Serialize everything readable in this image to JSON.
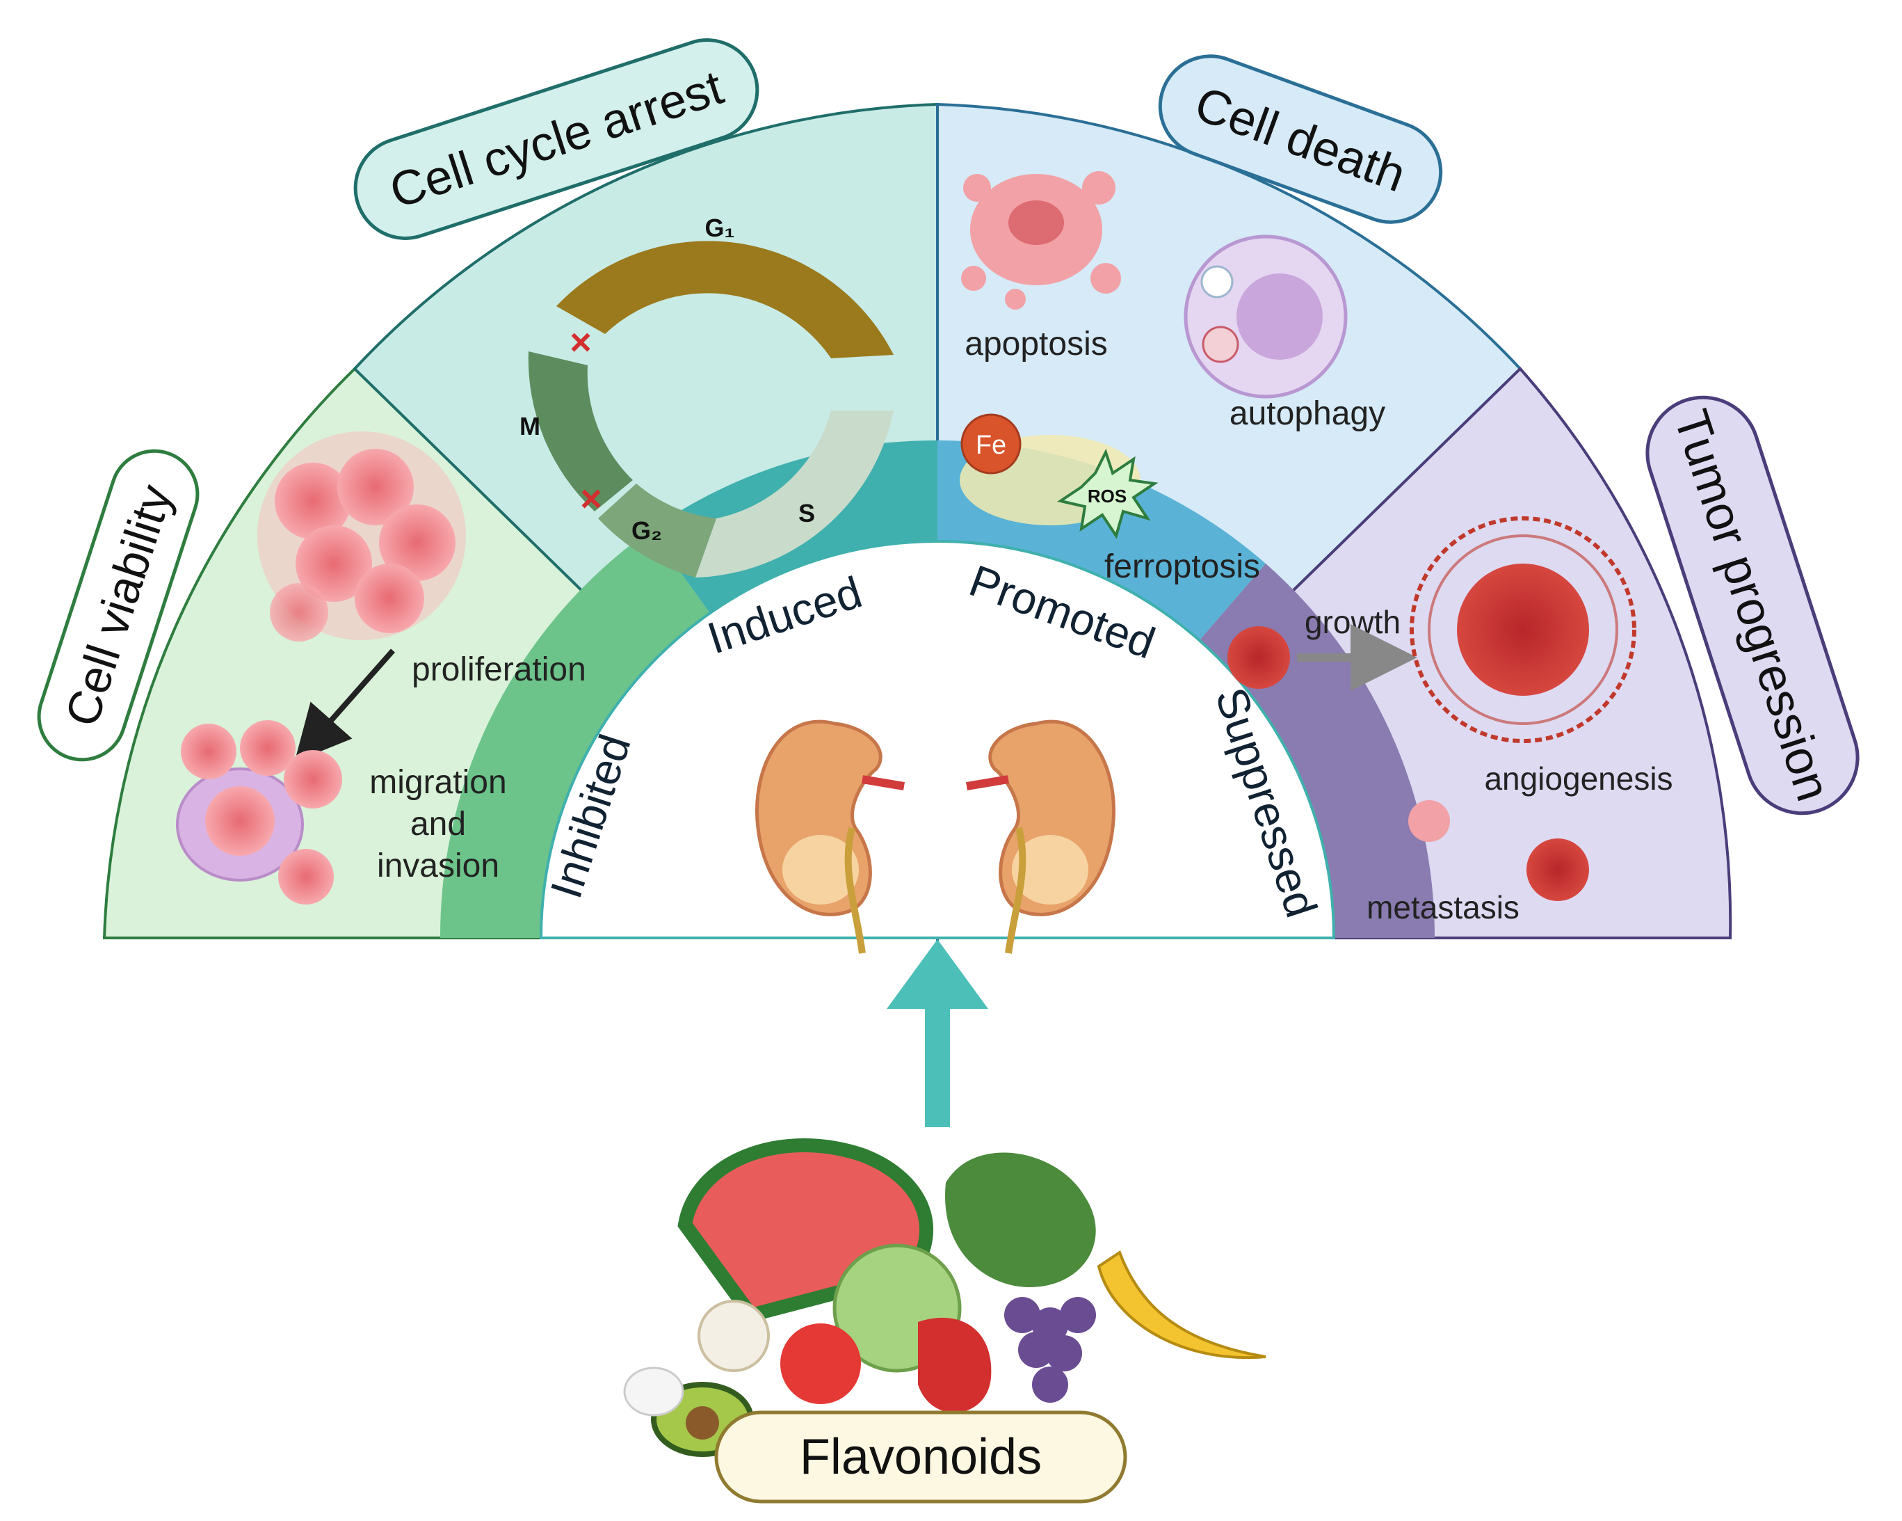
{
  "categories": {
    "viability": {
      "label": "Cell viability"
    },
    "cycle": {
      "label": "Cell cycle arrest"
    },
    "death": {
      "label": "Cell death"
    },
    "tumor": {
      "label": "Tumor progression"
    }
  },
  "effects": {
    "inhibited": "Inhibited",
    "induced": "Induced",
    "promoted": "Promoted",
    "suppressed": "Suppressed"
  },
  "viability_items": {
    "proliferation": "proliferation",
    "migration_line1": "migration",
    "migration_line2": "and",
    "migration_line3": "invasion"
  },
  "cycle_phases": {
    "g1": "G₁",
    "s": "S",
    "g2": "G₂",
    "m": "M"
  },
  "death_items": {
    "apoptosis": "apoptosis",
    "autophagy": "autophagy",
    "ferroptosis": "ferroptosis",
    "fe": "Fe",
    "ros": "ROS"
  },
  "tumor_items": {
    "growth": "growth",
    "angiogenesis": "angiogenesis",
    "metastasis": "metastasis"
  },
  "source": {
    "label": "Flavonoids"
  },
  "colors": {
    "viability": "#d9f2d9",
    "cycle": "#c9ebe6",
    "death": "#d6eaf7",
    "tumor": "#dedaf2",
    "inhibited": "#6cc48a",
    "induced": "#3fb0ad",
    "promoted": "#5ab3d6",
    "suppressed": "#8a7bb0",
    "arrow": "#4cbfb8",
    "g1": "#9b7a1d",
    "m": "#5d8c5e",
    "g2": "#7da67a",
    "s": "#c9dccb"
  }
}
